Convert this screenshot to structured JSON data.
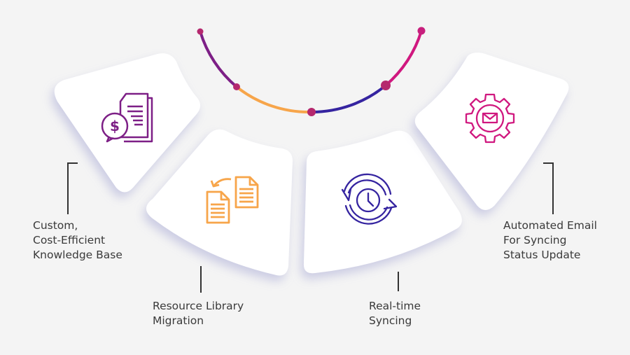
{
  "features": [
    {
      "label": "Custom,\nCost-Efficient\nKnowledge Base",
      "icon": "document-dollar-icon",
      "color": "#7d1f86"
    },
    {
      "label": "Resource Library\nMigration",
      "icon": "document-transfer-icon",
      "color": "#f7a54a"
    },
    {
      "label": "Real-time\nSyncing",
      "icon": "clock-sync-icon",
      "color": "#3524a0"
    },
    {
      "label": "Automated Email\nFor Syncing\nStatus Update",
      "icon": "gear-email-icon",
      "color": "#d0187f"
    }
  ],
  "arc_colors": [
    "#7d1f86",
    "#f7a54a",
    "#3524a0",
    "#d0187f"
  ],
  "dot_color": "#b5286e"
}
